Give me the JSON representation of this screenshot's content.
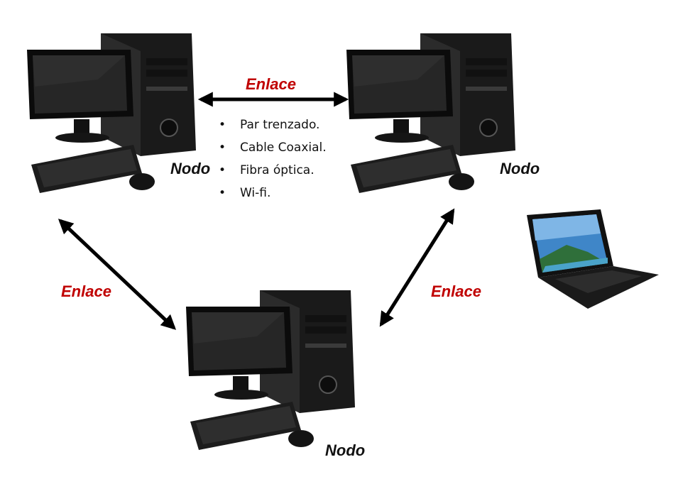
{
  "colors": {
    "link_label": "#c00000",
    "node_label": "#111111",
    "arrow": "#000000"
  },
  "nodes": [
    {
      "label": "Nodo",
      "icon": "desktop-computer-icon"
    },
    {
      "label": "Nodo",
      "icon": "desktop-computer-icon"
    },
    {
      "label": "Nodo",
      "icon": "desktop-computer-icon"
    }
  ],
  "links": [
    {
      "label": "Enlace"
    },
    {
      "label": "Enlace"
    },
    {
      "label": "Enlace"
    }
  ],
  "media": {
    "bullet": "•",
    "items": [
      "Par trenzado.",
      "Cable Coaxial.",
      "Fibra óptica.",
      "Wi-fi."
    ]
  },
  "extra_device": {
    "icon": "laptop-icon"
  }
}
